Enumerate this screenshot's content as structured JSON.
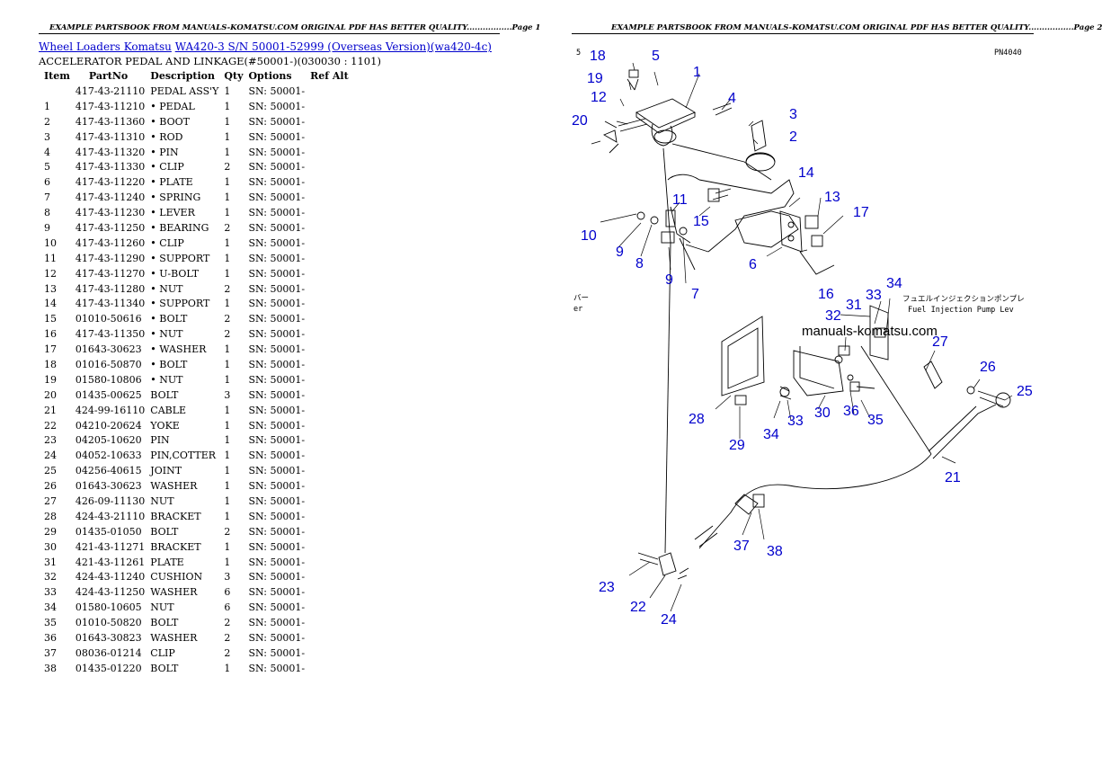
{
  "page1_header": "EXAMPLE PARTSBOOK FROM MANUALS-KOMATSU.COM ORIGINAL PDF HAS BETTER QUALITY.................Page 1",
  "page2_header": "EXAMPLE PARTSBOOK FROM MANUALS-KOMATSU.COM ORIGINAL PDF HAS BETTER QUALITY.................Page 2",
  "breadcrumb": {
    "link1": "Wheel Loaders Komatsu",
    "link2": "WA420-3 S/N 50001-52999 (Overseas Version)(wa420-4c)"
  },
  "subtitle": "ACCELERATOR PEDAL AND LINKAGE(#50001-)(030030 : 1101)",
  "columns": [
    "Item",
    "PartNo",
    "Description",
    "Qty",
    "Options",
    "Ref Alt"
  ],
  "rows": [
    {
      "item": "",
      "partno": "417-43-21110",
      "desc": "PEDAL ASS'Y",
      "qty": "1",
      "options": "SN: 50001-"
    },
    {
      "item": "1",
      "partno": "417-43-11210",
      "desc": "• PEDAL",
      "qty": "1",
      "options": "SN: 50001-"
    },
    {
      "item": "2",
      "partno": "417-43-11360",
      "desc": "• BOOT",
      "qty": "1",
      "options": "SN: 50001-"
    },
    {
      "item": "3",
      "partno": "417-43-11310",
      "desc": "• ROD",
      "qty": "1",
      "options": "SN: 50001-"
    },
    {
      "item": "4",
      "partno": "417-43-11320",
      "desc": "• PIN",
      "qty": "1",
      "options": "SN: 50001-"
    },
    {
      "item": "5",
      "partno": "417-43-11330",
      "desc": "• CLIP",
      "qty": "2",
      "options": "SN: 50001-"
    },
    {
      "item": "6",
      "partno": "417-43-11220",
      "desc": "• PLATE",
      "qty": "1",
      "options": "SN: 50001-"
    },
    {
      "item": "7",
      "partno": "417-43-11240",
      "desc": "• SPRING",
      "qty": "1",
      "options": "SN: 50001-"
    },
    {
      "item": "8",
      "partno": "417-43-11230",
      "desc": "• LEVER",
      "qty": "1",
      "options": "SN: 50001-"
    },
    {
      "item": "9",
      "partno": "417-43-11250",
      "desc": "• BEARING",
      "qty": "2",
      "options": "SN: 50001-"
    },
    {
      "item": "10",
      "partno": "417-43-11260",
      "desc": "• CLIP",
      "qty": "1",
      "options": "SN: 50001-"
    },
    {
      "item": "11",
      "partno": "417-43-11290",
      "desc": "• SUPPORT",
      "qty": "1",
      "options": "SN: 50001-"
    },
    {
      "item": "12",
      "partno": "417-43-11270",
      "desc": "• U-BOLT",
      "qty": "1",
      "options": "SN: 50001-"
    },
    {
      "item": "13",
      "partno": "417-43-11280",
      "desc": "• NUT",
      "qty": "2",
      "options": "SN: 50001-"
    },
    {
      "item": "14",
      "partno": "417-43-11340",
      "desc": "• SUPPORT",
      "qty": "1",
      "options": "SN: 50001-"
    },
    {
      "item": "15",
      "partno": "01010-50616",
      "desc": "• BOLT",
      "qty": "2",
      "options": "SN: 50001-"
    },
    {
      "item": "16",
      "partno": "417-43-11350",
      "desc": "• NUT",
      "qty": "2",
      "options": "SN: 50001-"
    },
    {
      "item": "17",
      "partno": "01643-30623",
      "desc": "• WASHER",
      "qty": "1",
      "options": "SN: 50001-"
    },
    {
      "item": "18",
      "partno": "01016-50870",
      "desc": "• BOLT",
      "qty": "1",
      "options": "SN: 50001-"
    },
    {
      "item": "19",
      "partno": "01580-10806",
      "desc": "• NUT",
      "qty": "1",
      "options": "SN: 50001-"
    },
    {
      "item": "20",
      "partno": "01435-00625",
      "desc": "BOLT",
      "qty": "3",
      "options": "SN: 50001-"
    },
    {
      "item": "21",
      "partno": "424-99-16110",
      "desc": "CABLE",
      "qty": "1",
      "options": "SN: 50001-"
    },
    {
      "item": "22",
      "partno": "04210-20624",
      "desc": "YOKE",
      "qty": "1",
      "options": "SN: 50001-"
    },
    {
      "item": "23",
      "partno": "04205-10620",
      "desc": "PIN",
      "qty": "1",
      "options": "SN: 50001-"
    },
    {
      "item": "24",
      "partno": "04052-10633",
      "desc": "PIN,COTTER",
      "qty": "1",
      "options": "SN: 50001-"
    },
    {
      "item": "25",
      "partno": "04256-40615",
      "desc": "JOINT",
      "qty": "1",
      "options": "SN: 50001-"
    },
    {
      "item": "26",
      "partno": "01643-30623",
      "desc": "WASHER",
      "qty": "1",
      "options": "SN: 50001-"
    },
    {
      "item": "27",
      "partno": "426-09-11130",
      "desc": "NUT",
      "qty": "1",
      "options": "SN: 50001-"
    },
    {
      "item": "28",
      "partno": "424-43-21110",
      "desc": "BRACKET",
      "qty": "1",
      "options": "SN: 50001-"
    },
    {
      "item": "29",
      "partno": "01435-01050",
      "desc": "BOLT",
      "qty": "2",
      "options": "SN: 50001-"
    },
    {
      "item": "30",
      "partno": "421-43-11271",
      "desc": "BRACKET",
      "qty": "1",
      "options": "SN: 50001-"
    },
    {
      "item": "31",
      "partno": "421-43-11261",
      "desc": "PLATE",
      "qty": "1",
      "options": "SN: 50001-"
    },
    {
      "item": "32",
      "partno": "424-43-11240",
      "desc": "CUSHION",
      "qty": "3",
      "options": "SN: 50001-"
    },
    {
      "item": "33",
      "partno": "424-43-11250",
      "desc": "WASHER",
      "qty": "6",
      "options": "SN: 50001-"
    },
    {
      "item": "34",
      "partno": "01580-10605",
      "desc": "NUT",
      "qty": "6",
      "options": "SN: 50001-"
    },
    {
      "item": "35",
      "partno": "01010-50820",
      "desc": "BOLT",
      "qty": "2",
      "options": "SN: 50001-"
    },
    {
      "item": "36",
      "partno": "01643-30823",
      "desc": "WASHER",
      "qty": "2",
      "options": "SN: 50001-"
    },
    {
      "item": "37",
      "partno": "08036-01214",
      "desc": "CLIP",
      "qty": "2",
      "options": "SN: 50001-"
    },
    {
      "item": "38",
      "partno": "01435-01220",
      "desc": "BOLT",
      "qty": "1",
      "options": "SN: 50001-"
    }
  ],
  "diagram": {
    "watermark": "manuals-komatsu.com",
    "drawing_code": "PN4040",
    "corner_mark": "5",
    "jp_label": "フュエルインジェクションポンプレ",
    "en_label": "Fuel Injection Pump Lev",
    "left_fragment_top": "バー",
    "left_fragment_bottom": "er",
    "callouts": [
      "1",
      "2",
      "3",
      "4",
      "5",
      "6",
      "7",
      "8",
      "9",
      "9",
      "10",
      "11",
      "12",
      "13",
      "14",
      "15",
      "16",
      "17",
      "18",
      "19",
      "20",
      "21",
      "22",
      "23",
      "24",
      "25",
      "26",
      "27",
      "28",
      "29",
      "30",
      "31",
      "32",
      "33",
      "33",
      "34",
      "34",
      "35",
      "36",
      "37",
      "38"
    ]
  }
}
